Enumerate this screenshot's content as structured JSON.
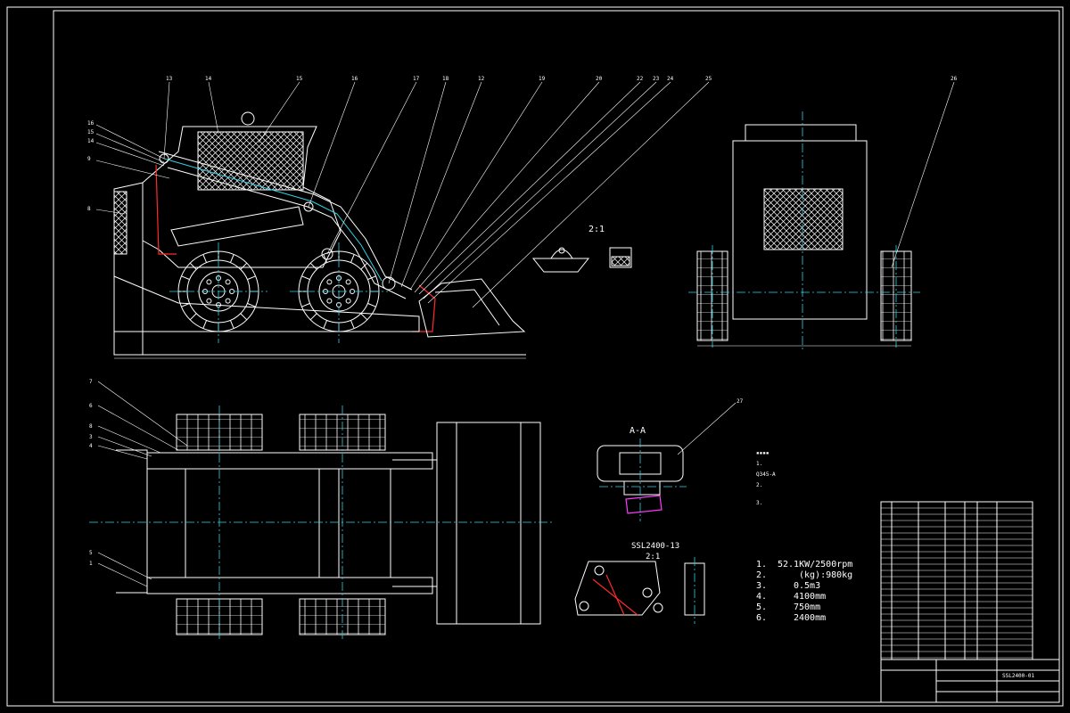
{
  "drawing": {
    "section_label": "A-A",
    "scale_label_1": "2:1",
    "scale_label_2": "2:1",
    "part_number_label": "SSL2400-13",
    "title_block_code": "SSL2400-01",
    "specs": [
      {
        "index": "1.",
        "value": "52.1KW/2500rpm"
      },
      {
        "index": "2.",
        "value": "(kg):980kg"
      },
      {
        "index": "3.",
        "value": "0.5m3"
      },
      {
        "index": "4.",
        "value": "4100mm"
      },
      {
        "index": "5.",
        "value": "750mm"
      },
      {
        "index": "6.",
        "value": "2400mm"
      }
    ],
    "tech_notes": [
      "1.",
      "Q345-A",
      "2.",
      "3."
    ],
    "balloons_top": [
      "13",
      "14",
      "15",
      "16",
      "17",
      "18",
      "12",
      "19",
      "20",
      "22",
      "23",
      "24",
      "25",
      "26"
    ],
    "balloons_left": [
      "16",
      "15",
      "14",
      "9",
      "8"
    ],
    "balloons_plan": [
      "7",
      "6",
      "8",
      "3",
      "4",
      "5",
      "1"
    ],
    "balloon_detail": "27",
    "colors": {
      "line": "#ffffff",
      "center": "#2fd3e6",
      "red": "#ff2a2a",
      "magenta": "#ff3bff",
      "background": "#000000"
    }
  }
}
